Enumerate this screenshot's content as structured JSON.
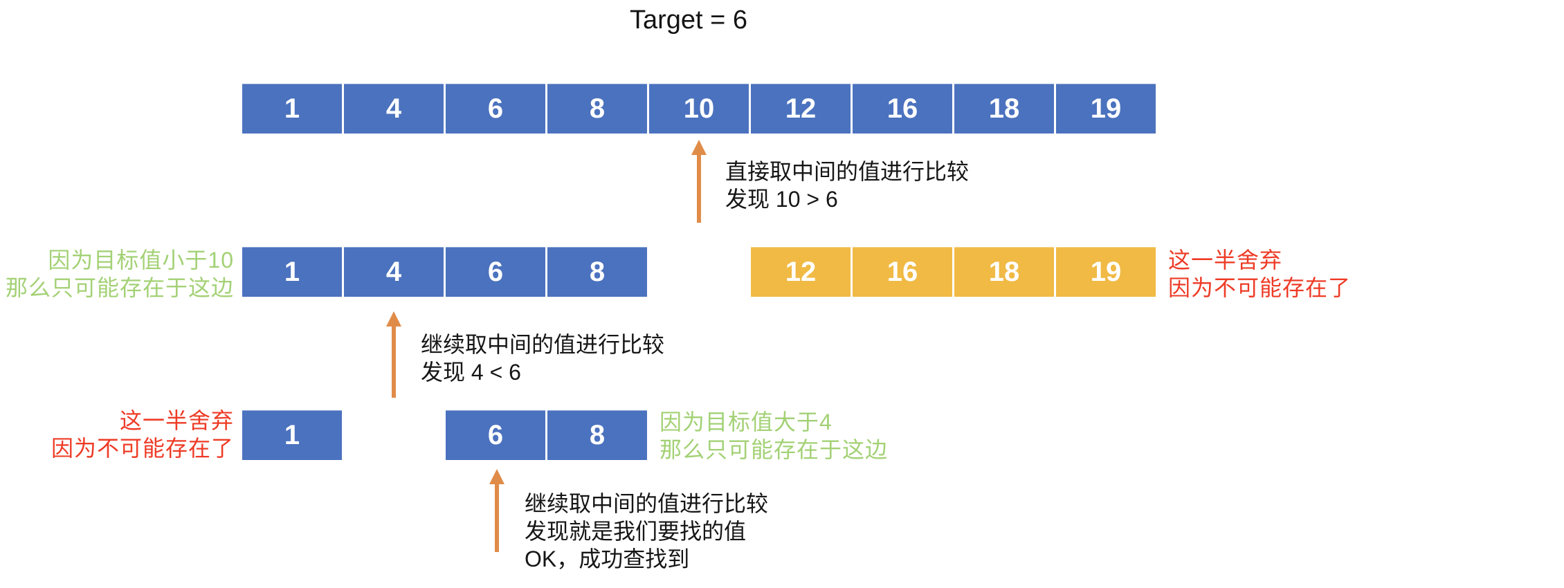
{
  "title": "Target = 6",
  "palette": {
    "blue": "#4B72BE",
    "yellow": "#F0BA45",
    "orange": "#E08C49",
    "green": "#A3D175",
    "red": "#EE3B26",
    "ink": "#161616",
    "cell_text": "#FFFFFF"
  },
  "arrays": {
    "initial": {
      "values": [
        "1",
        "4",
        "6",
        "8",
        "10",
        "12",
        "16",
        "18",
        "19"
      ],
      "color": "blue"
    },
    "second_left": {
      "values": [
        "1",
        "4",
        "6",
        "8"
      ],
      "color": "blue"
    },
    "second_right": {
      "values": [
        "12",
        "16",
        "18",
        "19"
      ],
      "color": "yellow"
    },
    "third_left": {
      "values": [
        "1"
      ],
      "color": "blue"
    },
    "third_mid": {
      "values": [
        "6",
        "8"
      ],
      "color": "blue"
    }
  },
  "annotations": {
    "step1": {
      "lines": [
        "直接取中间的值进行比较",
        "发现 10 > 6"
      ]
    },
    "step2": {
      "lines": [
        "继续取中间的值进行比较",
        "发现 4 < 6"
      ]
    },
    "step3": {
      "lines": [
        "继续取中间的值进行比较",
        "发现就是我们要找的值",
        "OK，成功查找到"
      ]
    }
  },
  "side_labels": {
    "keep_left": {
      "lines": [
        "因为目标值小于10",
        "那么只可能存在于这边"
      ],
      "color": "green"
    },
    "discard_right": {
      "lines": [
        "这一半舍弃",
        "因为不可能存在了"
      ],
      "color": "red"
    },
    "discard_left": {
      "lines": [
        "这一半舍弃",
        "因为不可能存在了"
      ],
      "color": "red"
    },
    "keep_right": {
      "lines": [
        "因为目标值大于4",
        "那么只可能存在于这边"
      ],
      "color": "green"
    }
  }
}
